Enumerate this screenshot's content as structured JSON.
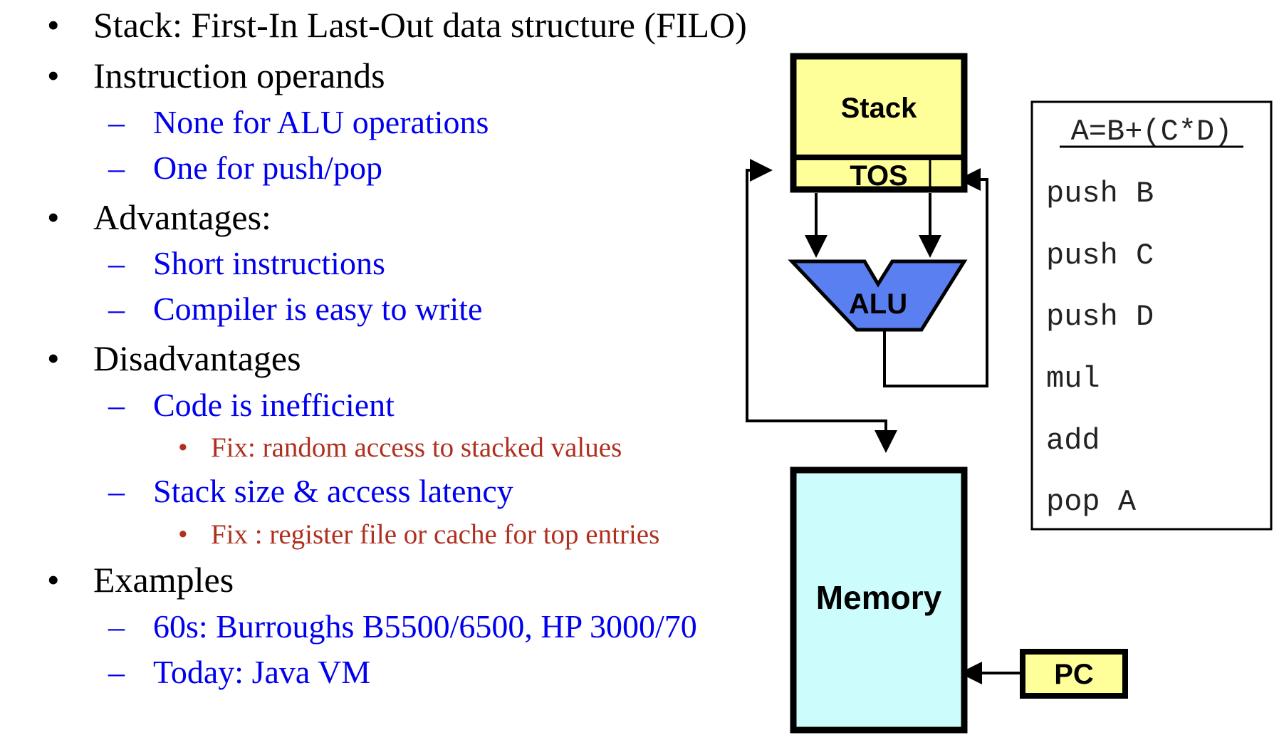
{
  "bullets": [
    {
      "level": 1,
      "marker": "•",
      "text": "Stack: First-In Last-Out data structure (FILO)"
    },
    {
      "level": 1,
      "marker": "•",
      "text": "Instruction operands"
    },
    {
      "level": 2,
      "marker": "–",
      "text": "None for ALU operations"
    },
    {
      "level": 2,
      "marker": "–",
      "text": "One for push/pop"
    },
    {
      "level": 1,
      "marker": "•",
      "text": "Advantages:"
    },
    {
      "level": 2,
      "marker": "–",
      "text": "Short instructions"
    },
    {
      "level": 2,
      "marker": "–",
      "text": "Compiler is easy to write"
    },
    {
      "level": 1,
      "marker": "•",
      "text": "Disadvantages"
    },
    {
      "level": 2,
      "marker": "–",
      "text": "Code is inefficient"
    },
    {
      "level": 3,
      "marker": "•",
      "text": "Fix: random access to stacked values"
    },
    {
      "level": 2,
      "marker": "–",
      "text": "Stack size & access latency"
    },
    {
      "level": 3,
      "marker": "•",
      "text": "Fix : register file or cache for top entries"
    },
    {
      "level": 1,
      "marker": "•",
      "text": "Examples"
    },
    {
      "level": 2,
      "marker": "–",
      "text": "60s: Burroughs B5500/6500, HP 3000/70"
    },
    {
      "level": 2,
      "marker": "–",
      "text": "Today: Java VM"
    }
  ],
  "diagram": {
    "stack_label": "Stack",
    "tos_label": "TOS",
    "alu_label": "ALU",
    "memory_label": "Memory",
    "pc_label": "PC",
    "colors": {
      "stack_fill": "#ffff99",
      "alu_fill": "#5a7ff0",
      "memory_fill": "#ccfcfc",
      "pc_fill": "#ffff99"
    }
  },
  "code_box": {
    "title": "A=B+(C*D)",
    "lines": [
      "push B",
      "push C",
      "push D",
      "mul",
      "add",
      "pop A"
    ]
  }
}
